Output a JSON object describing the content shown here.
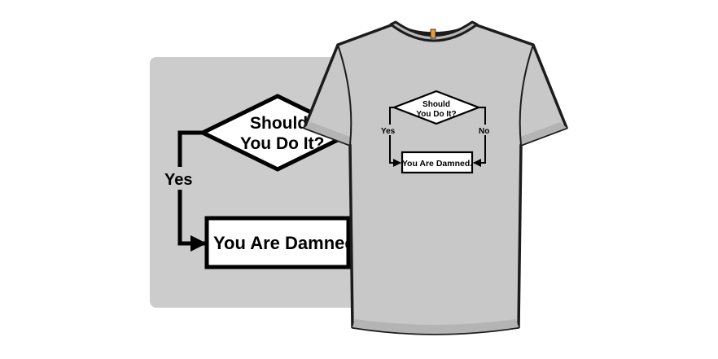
{
  "colors": {
    "background": "#ffffff",
    "zoom_panel": "#cccccc",
    "shirt": "#c8c8c8",
    "shirt_shadow": "#b4b4b4",
    "outline": "#1c1c1c",
    "tag": "#e79a3b"
  },
  "flowchart": {
    "decision_line1": "Should",
    "decision_line2": "You Do It?",
    "branch_yes": "Yes",
    "branch_no": "No",
    "outcome": "You Are Damned."
  }
}
